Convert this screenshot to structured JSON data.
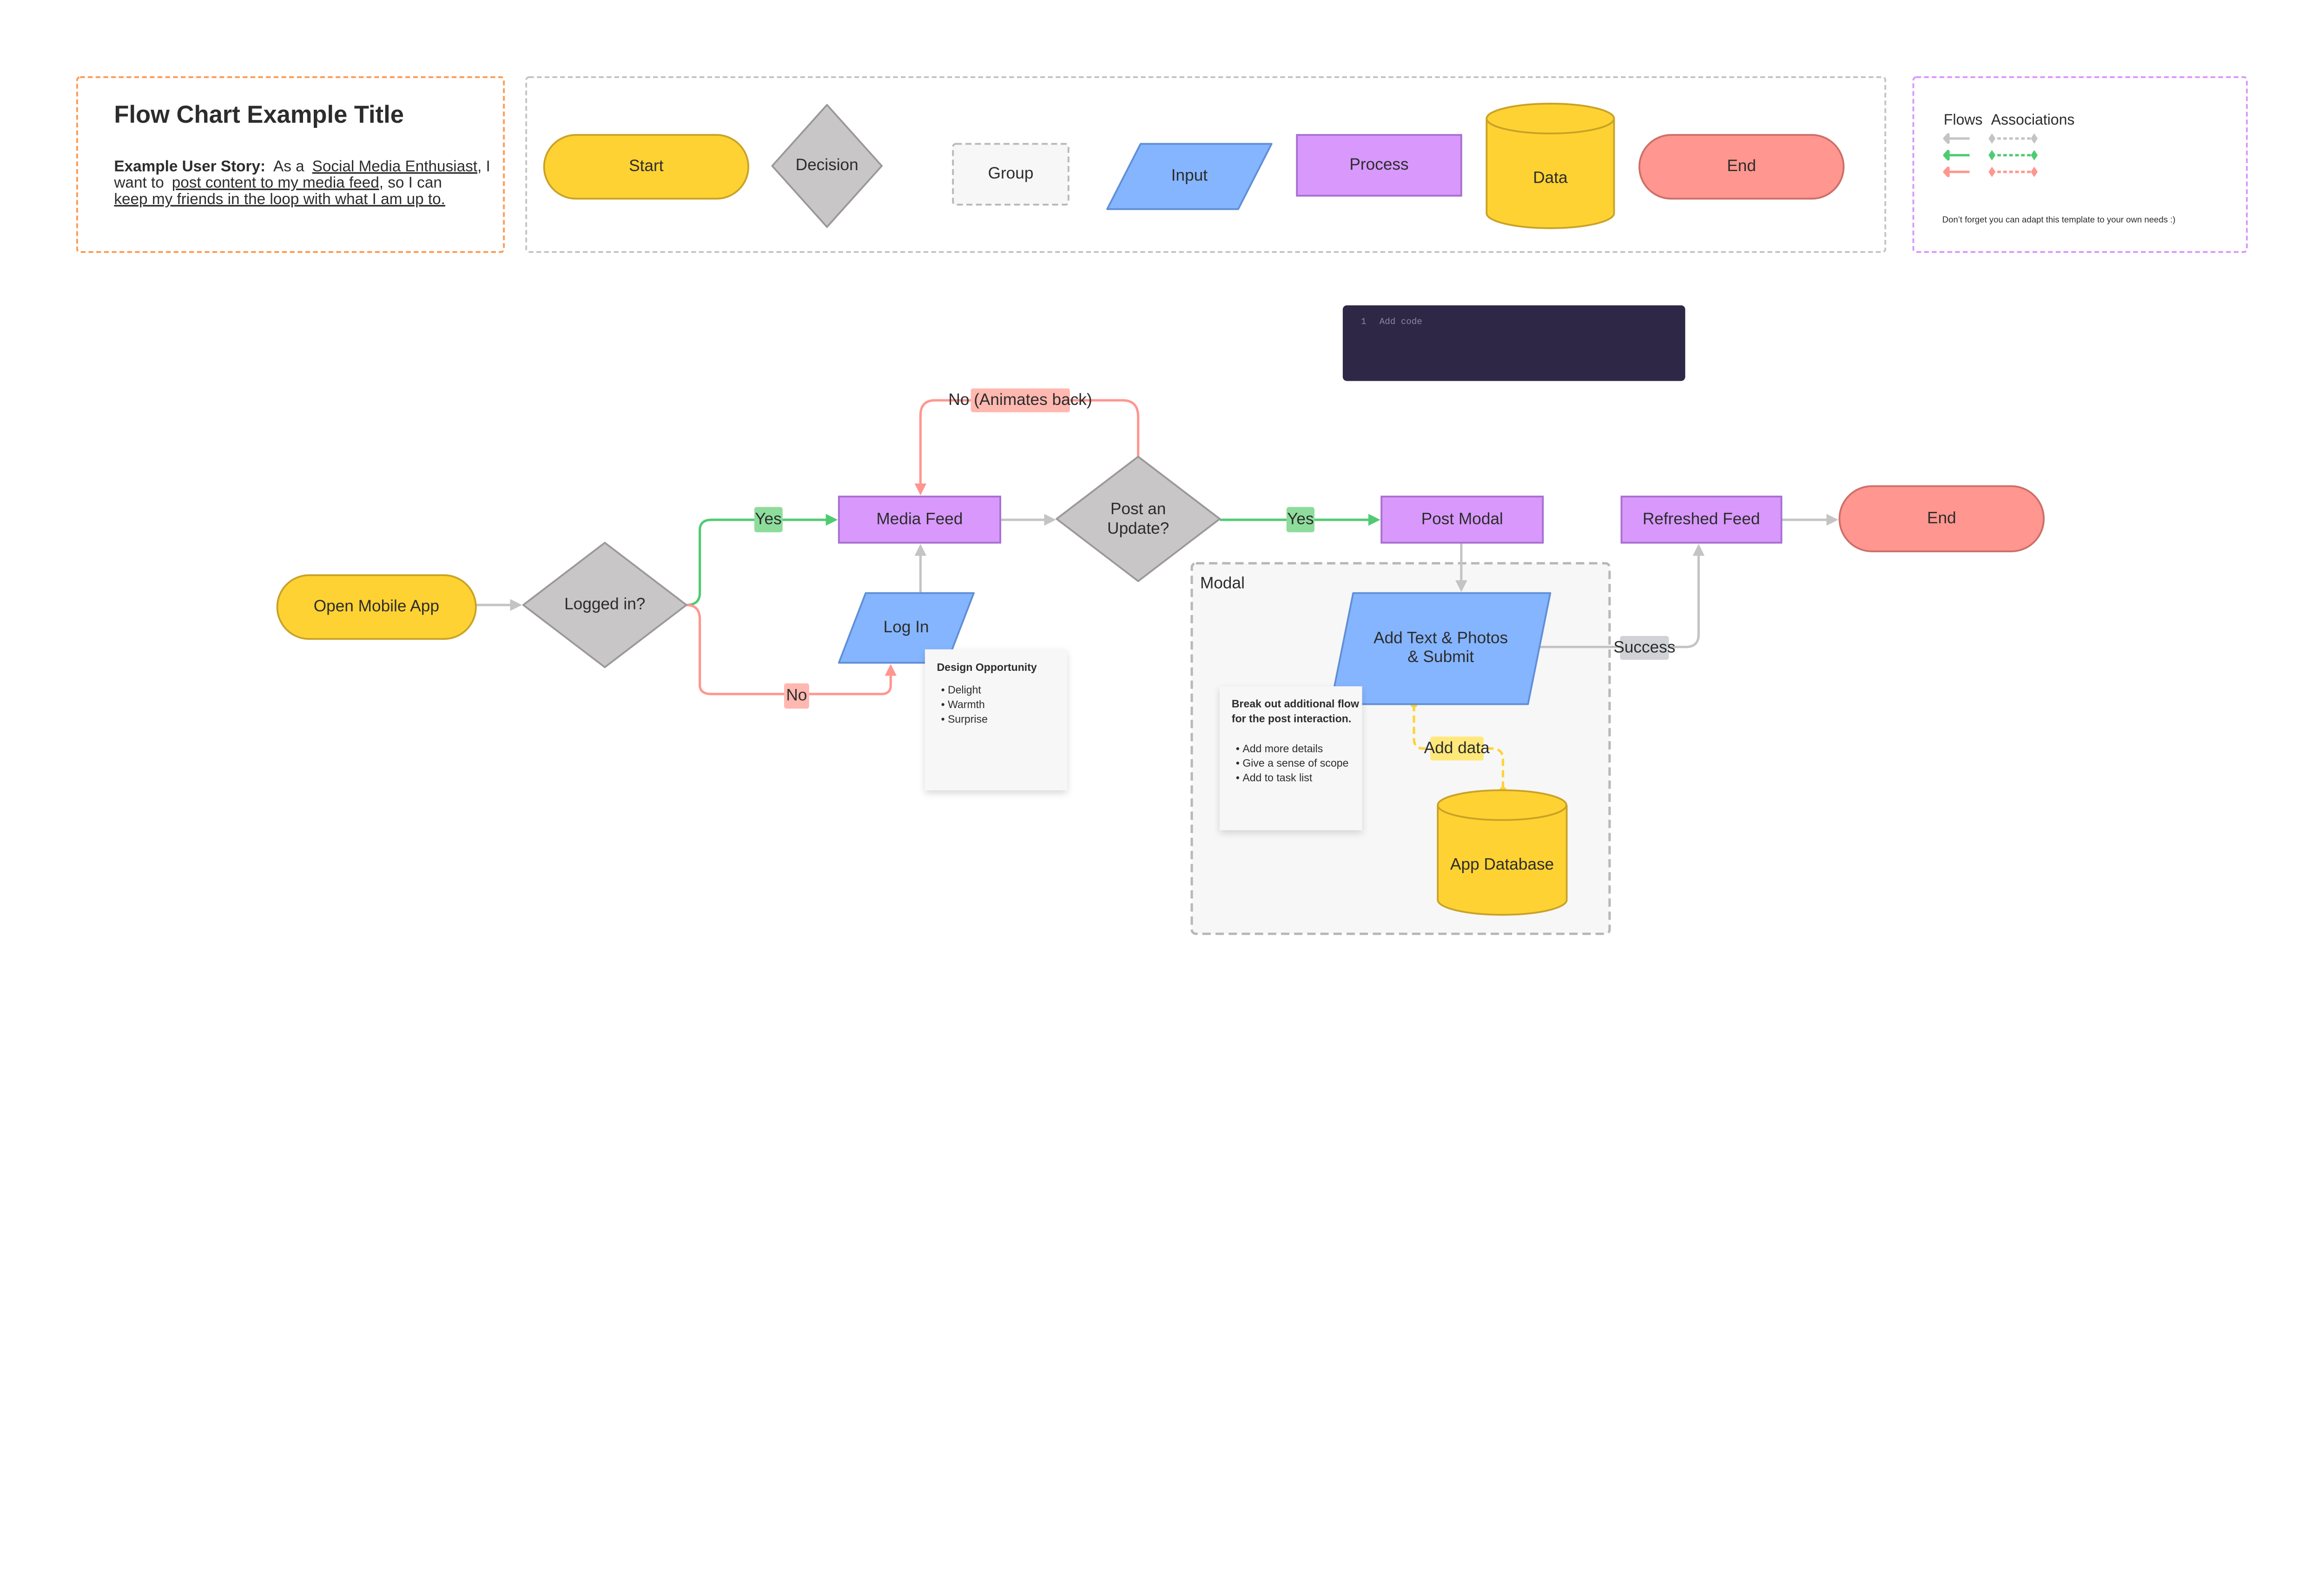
{
  "header": {
    "title": "Flow Chart Example Title",
    "story_label": "Example User Story:",
    "story_parts": [
      "As a",
      "Social Media Enthusiast",
      ", I",
      "want to",
      "post content to my media feed",
      ", so I can",
      "keep my friends in the loop with what I am up to."
    ]
  },
  "shape_legend": {
    "start": "Start",
    "decision": "Decision",
    "group": "Group",
    "input": "Input",
    "process": "Process",
    "data": "Data",
    "end": "End"
  },
  "line_legend": {
    "flows": "Flows",
    "associations": "Associations",
    "note": "Don’t forget you can adapt this template to your own needs :)"
  },
  "code_block": {
    "line_number": "1",
    "placeholder": "Add code"
  },
  "flow": {
    "open_app": "Open Mobile App",
    "logged_in": "Logged in?",
    "media_feed": "Media Feed",
    "log_in": "Log In",
    "post_update": [
      "Post an",
      "Update?"
    ],
    "post_modal": "Post Modal",
    "refreshed_feed": "Refreshed Feed",
    "end": "End",
    "modal_group": "Modal",
    "add_text": [
      "Add Text & Photos",
      "& Submit"
    ],
    "app_database": "App Database",
    "labels": {
      "yes1": "Yes",
      "no1": "No",
      "yes2": "Yes",
      "no_back": "No (Animates back)",
      "success": "Success",
      "add_data": "Add data"
    }
  },
  "notes": {
    "design": {
      "title": "Design Opportunity",
      "items": [
        "Delight",
        "Warmth",
        "Surprise"
      ]
    },
    "breakout": {
      "title": [
        "Break out additional flow",
        "for the post interaction."
      ],
      "items": [
        "Add more details",
        "Give a sense of scope",
        "Add to task list"
      ]
    }
  },
  "colors": {
    "yellow": "#ffd233",
    "grey_shape": "#c8c6c7",
    "blue": "#85b5ff",
    "purple": "#d898fc",
    "red": "#ff968f",
    "green": "#4fcb71",
    "connector_grey": "#c4c4c4",
    "code_bg": "#2e2745",
    "title_border": "#ff9a52",
    "legend_border": "#d898fc"
  }
}
